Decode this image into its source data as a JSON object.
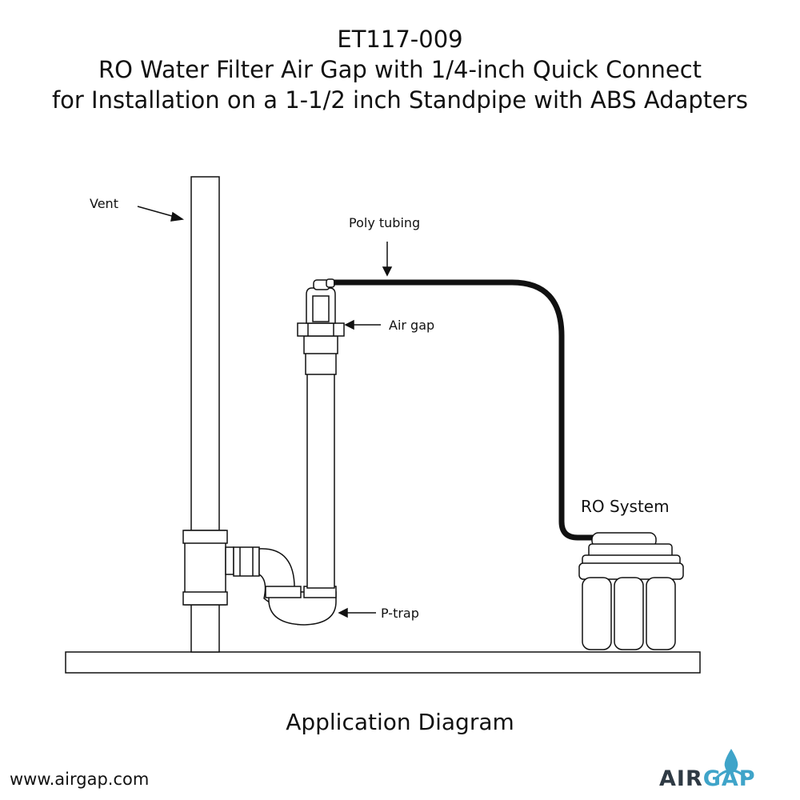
{
  "title": {
    "line1": "ET117-009",
    "line2": "RO Water Filter Air Gap with 1/4-inch Quick Connect",
    "line3": "for Installation on a 1-1/2 inch Standpipe with ABS Adapters"
  },
  "labels": {
    "vent": "Vent",
    "poly_tubing": "Poly tubing",
    "air_gap": "Air gap",
    "p_trap": "P-trap",
    "ro_system": "RO System"
  },
  "caption": "Application Diagram",
  "website": "www.airgap.com",
  "logo": {
    "part1": "AIR",
    "part2": "GAP",
    "accent": "#3fa4c9",
    "dark": "#2f3a44"
  }
}
